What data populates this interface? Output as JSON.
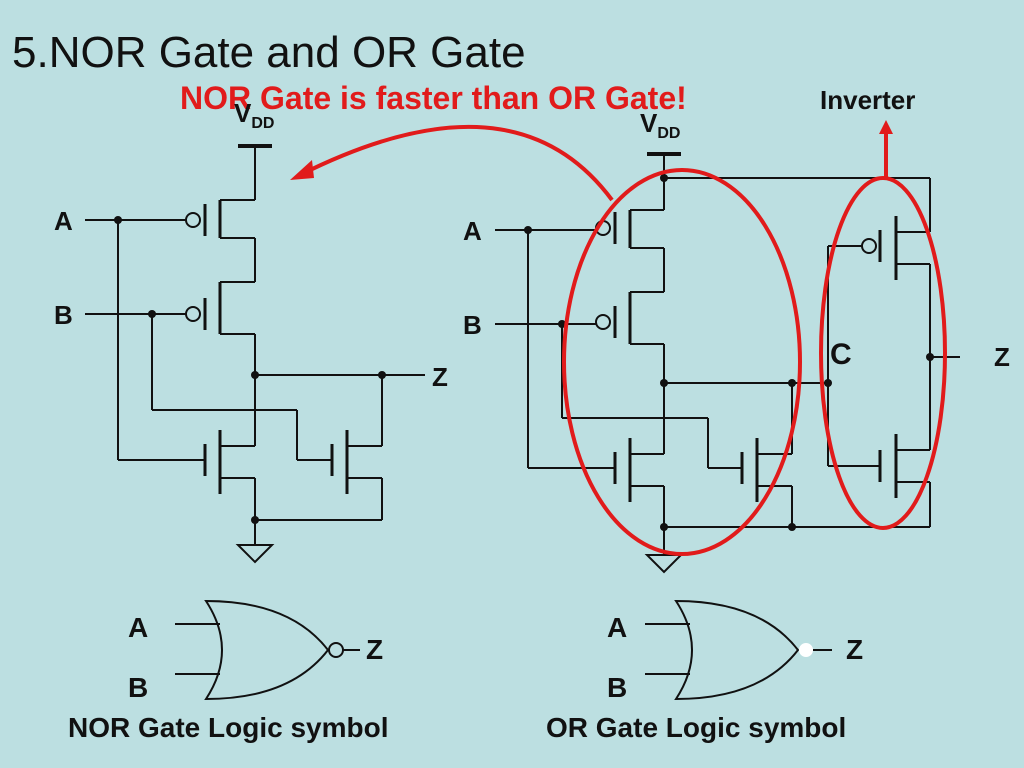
{
  "slide": {
    "title": "5.NOR Gate and OR Gate",
    "callout": "NOR Gate is faster than OR Gate!",
    "inverter_label": "Inverter"
  },
  "nor_circuit": {
    "vdd_main": "V",
    "vdd_sub": "DD",
    "input_a": "A",
    "input_b": "B",
    "output": "Z"
  },
  "or_circuit": {
    "vdd_main": "V",
    "vdd_sub": "DD",
    "input_a": "A",
    "input_b": "B",
    "node_c": "C",
    "output": "Z"
  },
  "nor_symbol": {
    "input_a": "A",
    "input_b": "B",
    "output": "Z",
    "caption": "NOR Gate Logic symbol"
  },
  "or_symbol": {
    "input_a": "A",
    "input_b": "B",
    "output": "Z",
    "caption": "OR Gate Logic symbol"
  },
  "colors": {
    "background": "#bcdfe1",
    "highlight": "#e11b1b",
    "wire": "#111111"
  }
}
